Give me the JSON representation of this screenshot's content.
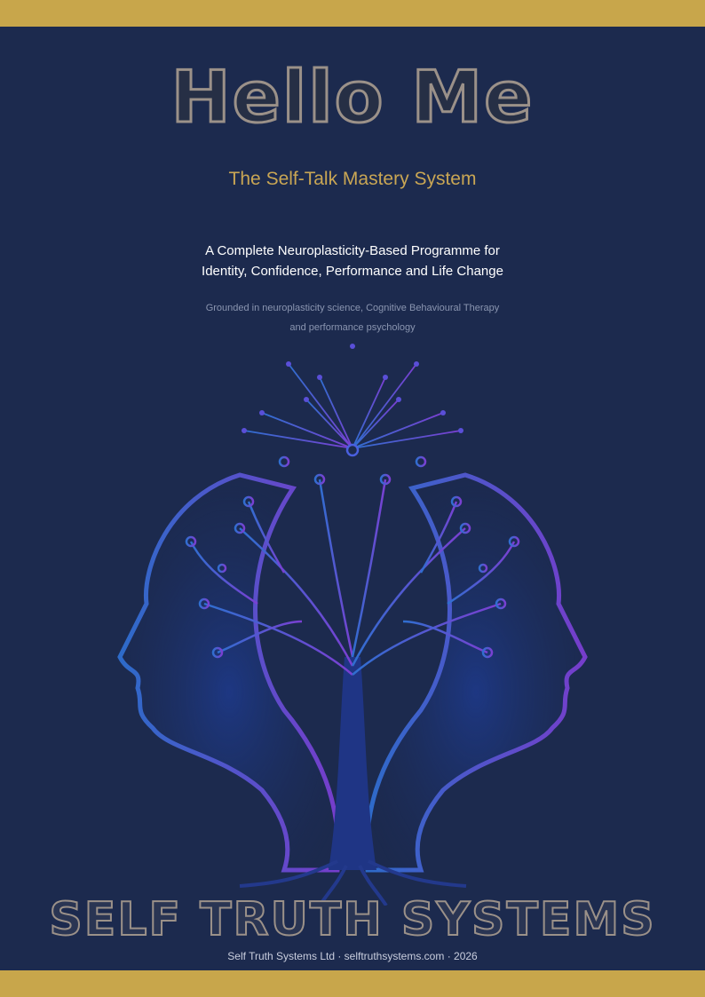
{
  "cover": {
    "title": "Hello Me",
    "subtitle": "The Self-Talk Mastery System",
    "description_lines": [
      "A Complete Neuroplasticity-Based Programme for",
      "Identity, Confidence, Performance and Life Change"
    ],
    "grounded_lines": [
      "Grounded in neuroplasticity science, Cognitive Behavioural Therapy",
      "and performance psychology"
    ],
    "brand": "SELF TRUTH SYSTEMS",
    "footer": "Self Truth Systems Ltd · selftruthsystems.com · 2026"
  },
  "colors": {
    "background": "#1c2a4e",
    "gold": "#c8a64b",
    "accent_blue": "#2f6fd0",
    "accent_purple": "#7b3fd2"
  }
}
